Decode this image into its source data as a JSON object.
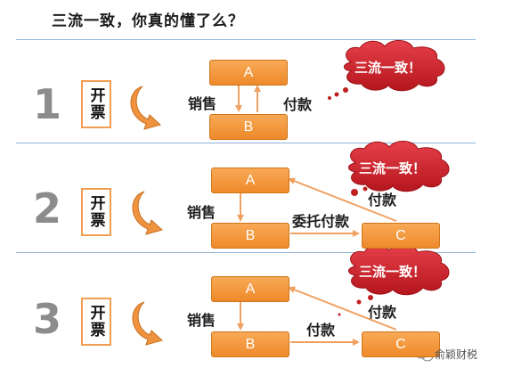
{
  "title": "三流一致，你真的懂了么？",
  "steps": [
    {
      "number": "1",
      "invoice_label": "开票",
      "node_a": "A",
      "node_b": "B",
      "sales_label": "销售",
      "payment_label": "付款",
      "cloud_text": "三流一致！"
    },
    {
      "number": "2",
      "invoice_label": "开票",
      "node_a": "A",
      "node_b": "B",
      "node_c": "C",
      "sales_label": "销售",
      "entrust_label": "委托付款",
      "payment_label": "付款",
      "cloud_text": "三流一致！"
    },
    {
      "number": "3",
      "invoice_label": "开票",
      "node_a": "A",
      "node_b": "B",
      "node_c": "C",
      "sales_label": "销售",
      "payment_label_bc": "付款",
      "payment_label": "付款",
      "cloud_text": "三流一致！"
    }
  ],
  "watermark": "俞颖财税",
  "colors": {
    "node_fill": "#f29a44",
    "arrow": "#f0a060",
    "cloud": "#d9232a",
    "divider": "#8fb3d9"
  }
}
